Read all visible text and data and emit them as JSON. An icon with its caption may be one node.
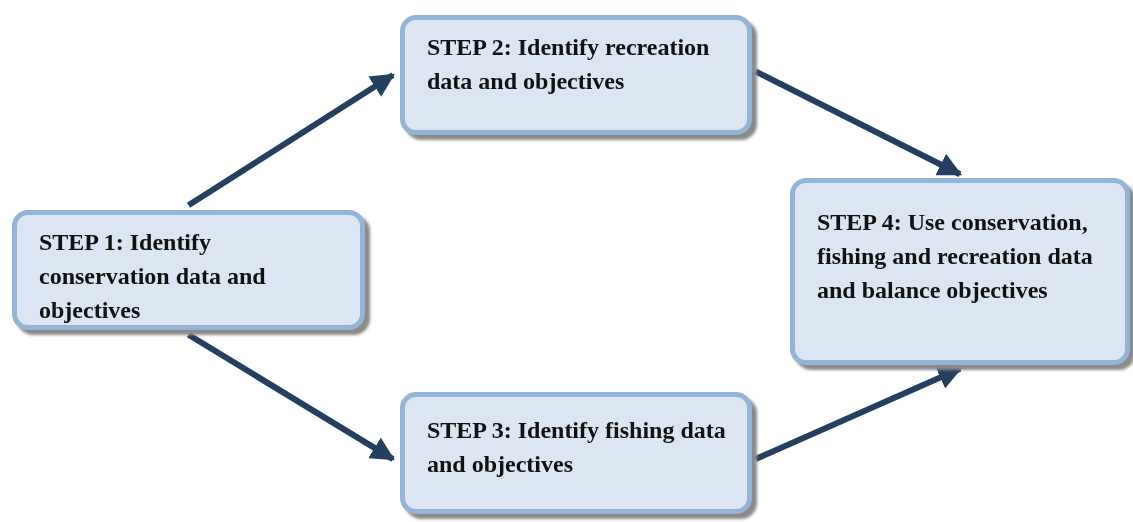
{
  "diagram": {
    "nodes": [
      {
        "text": [
          "STEP 1: Identify conservation data and objectives"
        ]
      },
      {
        "text": [
          "STEP 2: Identify recreation data and objectives"
        ]
      },
      {
        "text": [
          "STEP 3: Identify fishing data and objectives"
        ]
      },
      {
        "text": [
          "STEP 4: Use conservation, fishing and recreation data and balance objectives"
        ]
      }
    ],
    "edges": [
      {
        "from": 0,
        "to": 1,
        "arrow": "to"
      },
      {
        "from": 1,
        "to": 3,
        "arrow": "to"
      },
      {
        "from": 0,
        "to": 2,
        "arrow": "to"
      },
      {
        "from": 2,
        "to": 3,
        "arrow": "to"
      }
    ]
  }
}
